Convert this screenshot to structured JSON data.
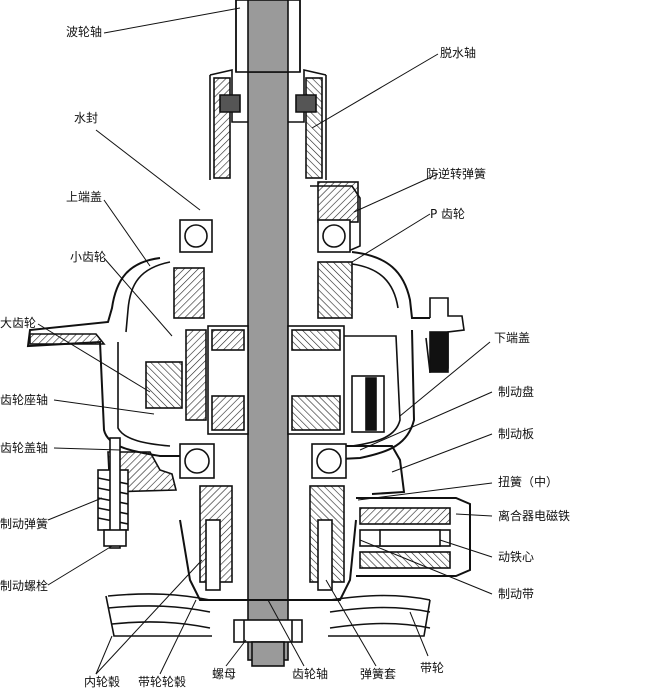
{
  "labels": {
    "wave_shaft": "波轮轴",
    "spin_shaft": "脱水轴",
    "water_seal": "水封",
    "anti_reverse_spring": "防逆转弹簧",
    "p_gear": "P 齿轮",
    "upper_cover": "上端盖",
    "small_gear": "小齿轮",
    "big_gear": "大齿轮",
    "lower_cover": "下端盖",
    "gear_seat_shaft": "齿轮座轴",
    "brake_disc": "制动盘",
    "gear_cover_shaft": "齿轮盖轴",
    "brake_plate": "制动板",
    "torsion_spring": "扭簧（中）",
    "brake_spring": "制动弹簧",
    "clutch_magnet": "离合器电磁铁",
    "moving_core": "动铁心",
    "brake_bolt": "制动螺栓",
    "brake_band": "制动带",
    "inner_hub": "内轮毂",
    "pulley_hub": "带轮轮毂",
    "nut": "螺母",
    "gear_shaft": "齿轮轴",
    "spring_sleeve": "弹簧套",
    "pulley": "带轮"
  },
  "colors": {
    "line": "#111111",
    "hatch": "#222222",
    "shaft": "#9a9a9a",
    "background": "#ffffff"
  }
}
